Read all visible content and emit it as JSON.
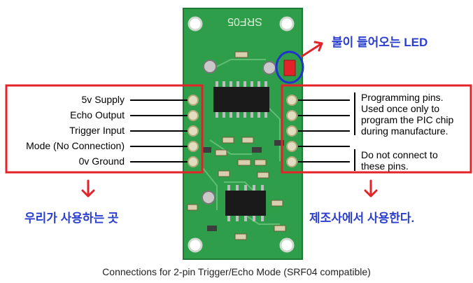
{
  "board": {
    "silkscreen": "SRF05"
  },
  "left_pins": {
    "labels": [
      "5v Supply",
      "Echo Output",
      "Trigger Input",
      "Mode (No Connection)",
      "0v Ground"
    ]
  },
  "right_pins": {
    "lines": [
      "Programming pins.",
      "Used once only to",
      "program the PIC chip",
      "during manufacture.",
      "Do not connect to",
      "these pins."
    ]
  },
  "annotations": {
    "led": "불이 들어오는 LED",
    "left_use": "우리가 사용하는 곳",
    "right_use": "제조사에서 사용한다."
  },
  "caption": "Connections for 2-pin Trigger/Echo Mode (SRF04 compatible)",
  "colors": {
    "pcb": "#2f9e4a",
    "highlight_box": "#e3232a",
    "led_circle": "#2233cc",
    "korean_text": "#2b3fcf"
  }
}
